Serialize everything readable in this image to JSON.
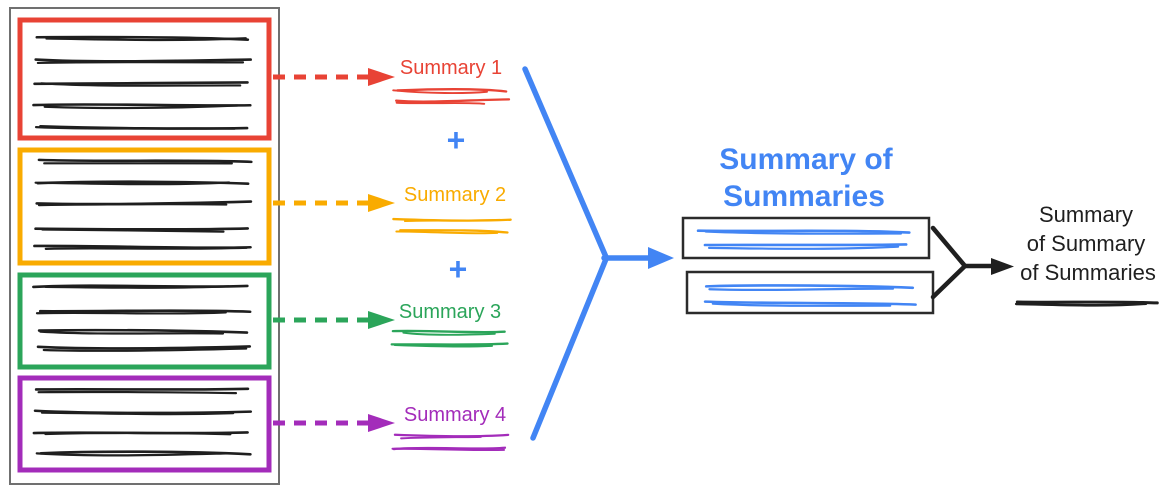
{
  "colors": {
    "blue": "#4285f4",
    "ink": "#1f1f1f",
    "box_border": "#2b2b2b",
    "outer_border": "#707070"
  },
  "summaries": [
    {
      "label": "Summary 1",
      "color": "#e84335"
    },
    {
      "label": "Summary 2",
      "color": "#f9ab00"
    },
    {
      "label": "Summary 3",
      "color": "#2ba55a"
    },
    {
      "label": "Summary 4",
      "color": "#a32cba"
    }
  ],
  "plus": "+",
  "stage2_title": {
    "line1": "Summary of",
    "line2": "Summaries"
  },
  "stage3_label": {
    "line1": "Summary",
    "line2": "of Summary",
    "line3": "of Summaries"
  }
}
